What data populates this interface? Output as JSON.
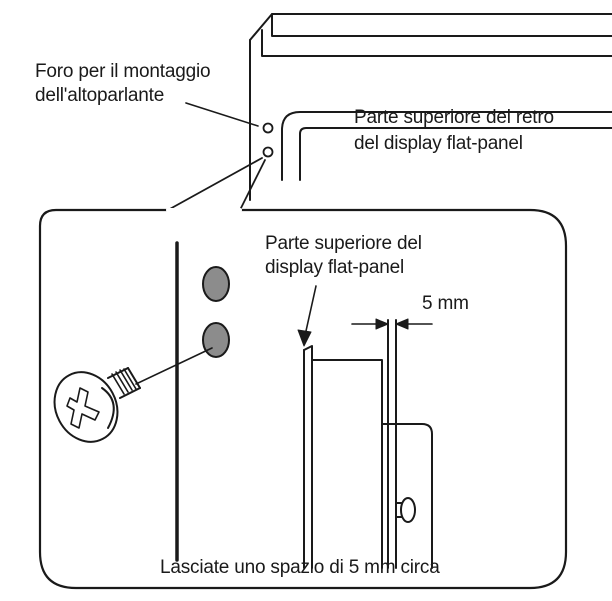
{
  "labels": {
    "mount_hole": [
      "Foro per il montaggio",
      "dell'altoparlante"
    ],
    "rear_top": [
      "Parte superiore del retro",
      "del display flat-panel"
    ],
    "panel_top": [
      "Parte superiore del",
      "display flat-panel"
    ],
    "gap_dimension": "5 mm",
    "instruction": "Lasciate uno spazio di 5 mm circa"
  },
  "colors": {
    "line": "#1a1a1a",
    "hole_fill": "#8c8c8c",
    "background": "#ffffff"
  }
}
